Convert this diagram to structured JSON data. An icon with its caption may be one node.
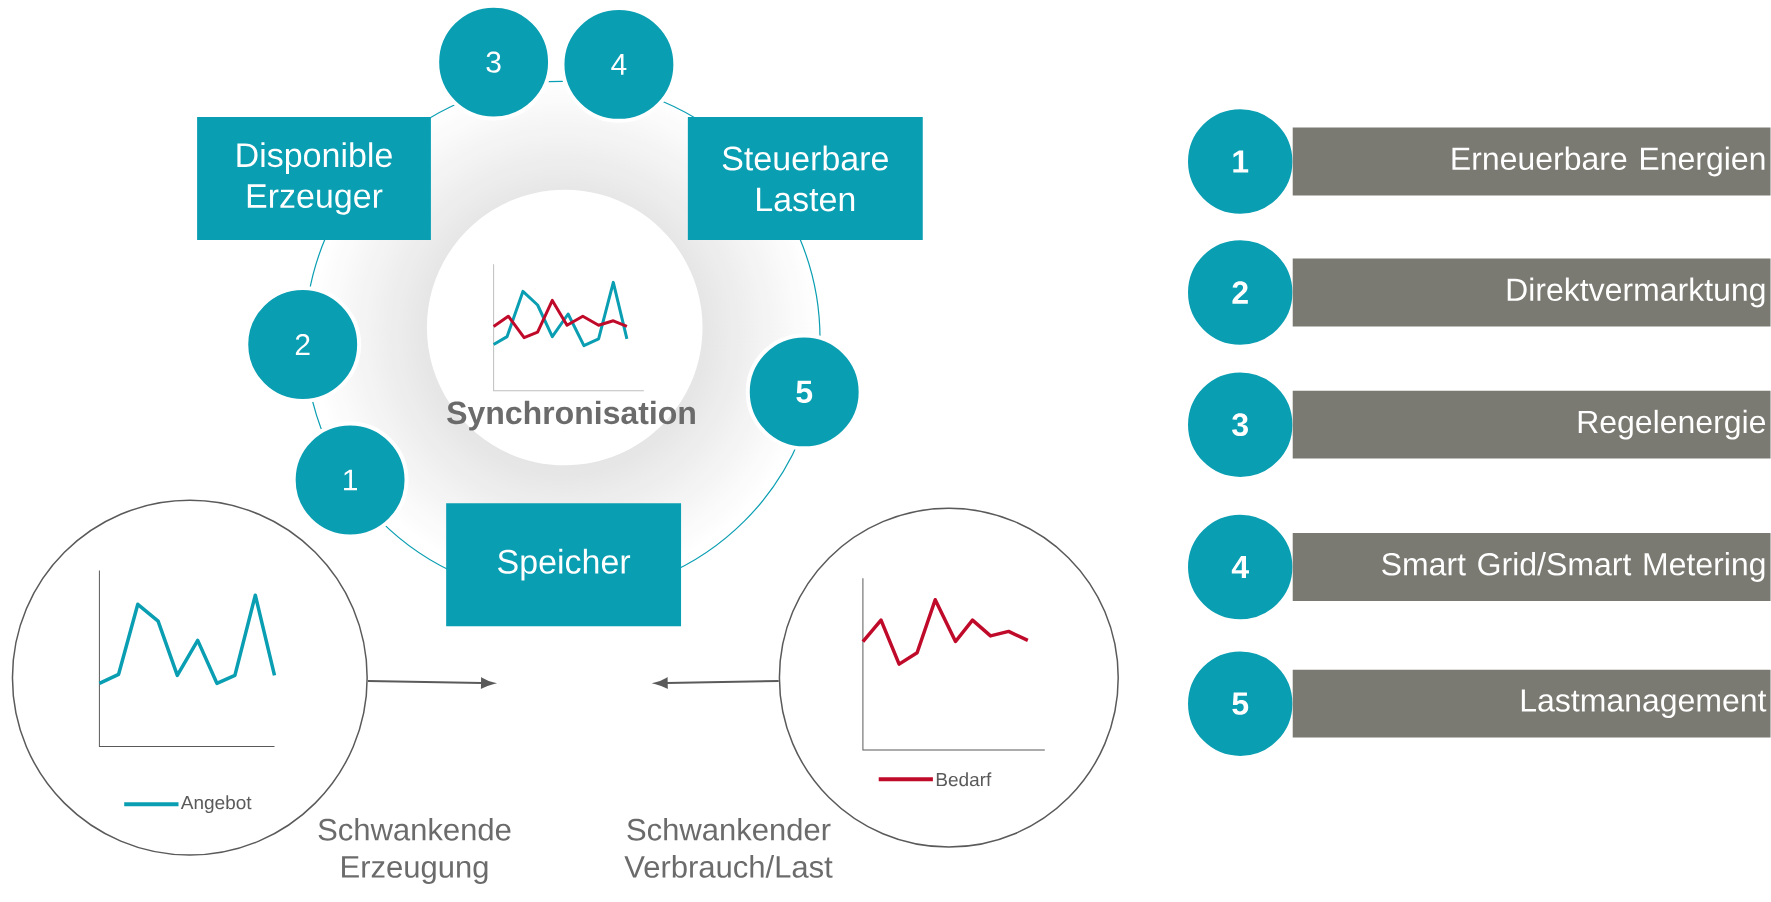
{
  "diagram": {
    "nodes": [
      {
        "text": [
          "3"
        ]
      },
      {
        "text": [
          "4"
        ]
      },
      {
        "text": [
          "Disponible Erzeuger"
        ]
      },
      {
        "text": [
          "Steuerbare Lasten"
        ]
      },
      {
        "text": [
          "Synchronisation"
        ]
      },
      {
        "text": [
          "2"
        ]
      },
      {
        "text": [
          "5"
        ]
      },
      {
        "text": [
          "1"
        ]
      },
      {
        "text": [
          "Speicher"
        ]
      },
      {
        "text": [],
        "shape": "circle",
        "beside": [
          "Schwankende Erzeugung"
        ]
      },
      {
        "text": [],
        "shape": "circle",
        "beside": [
          "Schwankender Verbrauch/Last"
        ]
      },
      {
        "text": [
          "1"
        ]
      },
      {
        "text": [
          "Erneuerbare Energien"
        ]
      },
      {
        "text": [
          "2"
        ]
      },
      {
        "text": [
          "Direktvermarktung"
        ]
      },
      {
        "text": [
          "3"
        ]
      },
      {
        "text": [
          "Regelenergie"
        ]
      },
      {
        "text": [
          "4"
        ]
      },
      {
        "text": [
          "Smart Grid/Smart Metering"
        ]
      },
      {
        "text": [
          "5"
        ]
      },
      {
        "text": [
          "Lastmanagement"
        ]
      }
    ],
    "edges": [
      {
        "from": 9,
        "to": null,
        "arrow": "to"
      },
      {
        "from": 10,
        "to": null,
        "arrow": "to"
      }
    ],
    "legend": [
      {
        "text": "Angebot"
      },
      {
        "text": "Bedarf"
      }
    ]
  }
}
